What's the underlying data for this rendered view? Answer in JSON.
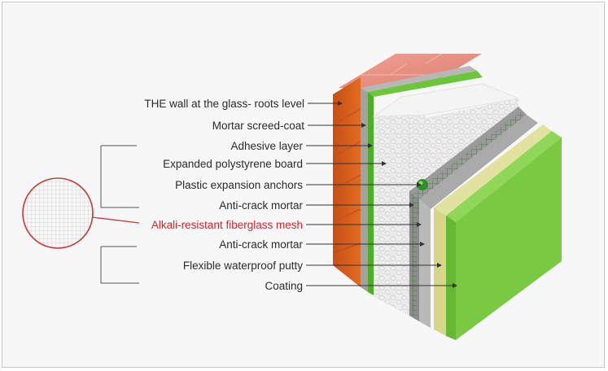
{
  "colors": {
    "label_text": "#2b2b2b",
    "accent_label": "#d0262c",
    "brick": "#d9601e",
    "brick_top": "#e88d7d",
    "mortar_gray": "#a9a9a9",
    "adhesive_green": "#5cbf2a",
    "eps_white": "#ededed",
    "mesh_green": "#3f9a35",
    "putty_yellow": "#d8d88a",
    "coating_green": "#7ac943"
  },
  "labels": [
    {
      "id": "wall",
      "text": "THE  wall at the  glass- roots level"
    },
    {
      "id": "mortar-screed",
      "text": "Mortar  screed-coat"
    },
    {
      "id": "adhesive",
      "text": "Adhesive  layer"
    },
    {
      "id": "eps",
      "text": "Expanded  polystyrene board"
    },
    {
      "id": "anchors",
      "text": "Plastic expansion anchors"
    },
    {
      "id": "anti-crack-1",
      "text": "Anti-crack mortar"
    },
    {
      "id": "mesh",
      "text": "Alkali-resistant fiberglass mesh"
    },
    {
      "id": "anti-crack-2",
      "text": "Anti-crack mortar"
    },
    {
      "id": "putty",
      "text": "Flexible waterproof putty"
    },
    {
      "id": "coating",
      "text": "Coating"
    }
  ]
}
